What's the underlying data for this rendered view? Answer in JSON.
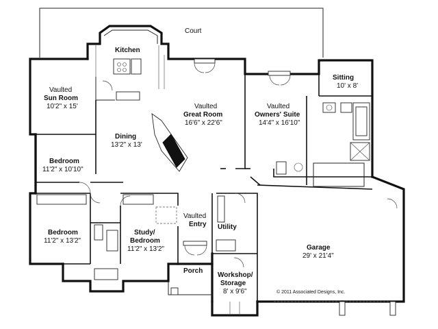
{
  "plan": {
    "court": {
      "name": "Court"
    },
    "kitchen": {
      "name": "Kitchen"
    },
    "sun_room": {
      "prefix": "Vaulted",
      "name": "Sun Room",
      "size": "10'2\" x 15'"
    },
    "great_room": {
      "prefix": "Vaulted",
      "name": "Great Room",
      "size": "16'6\" x 22'6\""
    },
    "owners_suite": {
      "prefix": "Vaulted",
      "name": "Owners' Suite",
      "size": "14'4\" x 16'10\""
    },
    "sitting": {
      "name": "Sitting",
      "size": "10' x 8'"
    },
    "dining": {
      "name": "Dining",
      "size": "13'2\" x 13'"
    },
    "bedroom_mid": {
      "name": "Bedroom",
      "size": "11'2\" x 10'10\""
    },
    "bedroom_low": {
      "name": "Bedroom",
      "size": "11'2\" x 13'2\""
    },
    "study": {
      "line1": "Study/",
      "line2": "Bedroom",
      "size": "11'2\" x 13'2\""
    },
    "entry": {
      "prefix": "Vaulted",
      "name": "Entry"
    },
    "utility": {
      "name": "Utility"
    },
    "porch": {
      "name": "Porch"
    },
    "garage": {
      "name": "Garage",
      "size": "29' x 21'4\""
    },
    "workshop": {
      "line1": "Workshop/",
      "line2": "Storage",
      "size": "8' x 9'6\""
    },
    "copyright": "© 2011 Associated Designs, Inc."
  }
}
